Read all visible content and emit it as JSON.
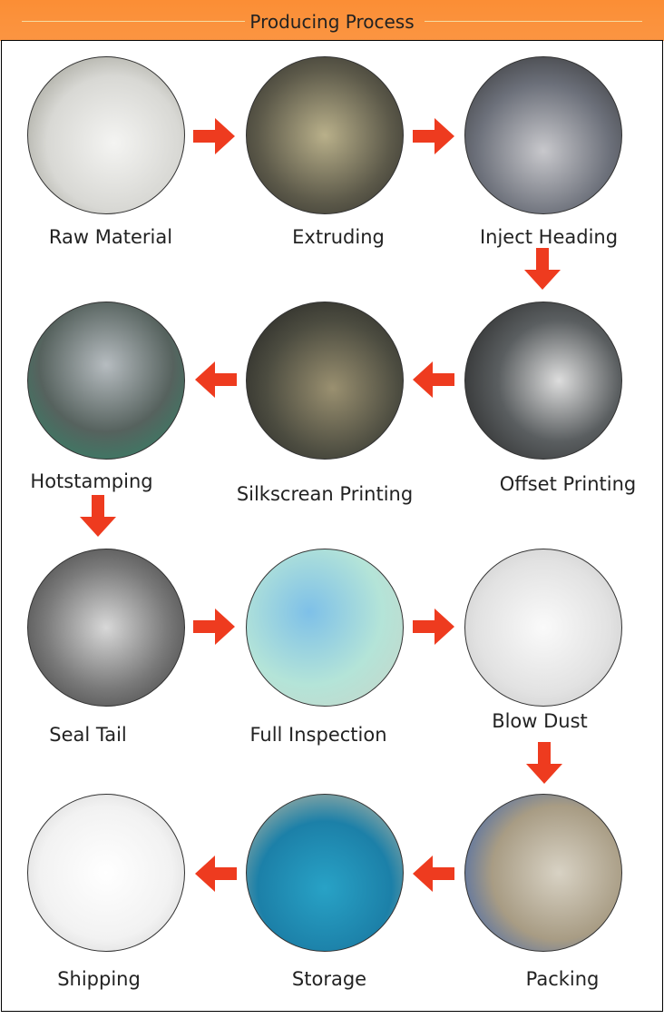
{
  "header": {
    "title": "Producing Process",
    "color": "#fb923a"
  },
  "arrow_color": "#ee3b1f",
  "steps": [
    {
      "label": "Raw Material",
      "icon": "raw-material-photo"
    },
    {
      "label": "Extruding",
      "icon": "extruding-photo"
    },
    {
      "label": "Inject Heading",
      "icon": "inject-heading-photo"
    },
    {
      "label": "Offset Printing",
      "icon": "offset-printing-photo"
    },
    {
      "label": "Silkscrean Printing",
      "icon": "silkscreen-printing-photo"
    },
    {
      "label": "Hotstamping",
      "icon": "hotstamping-photo"
    },
    {
      "label": "Seal Tail",
      "icon": "seal-tail-photo"
    },
    {
      "label": "Full Inspection",
      "icon": "full-inspection-photo"
    },
    {
      "label": "Blow Dust",
      "icon": "blow-dust-photo"
    },
    {
      "label": "Packing",
      "icon": "packing-photo"
    },
    {
      "label": "Storage",
      "icon": "storage-photo"
    },
    {
      "label": "Shipping",
      "icon": "shipping-photo"
    }
  ]
}
